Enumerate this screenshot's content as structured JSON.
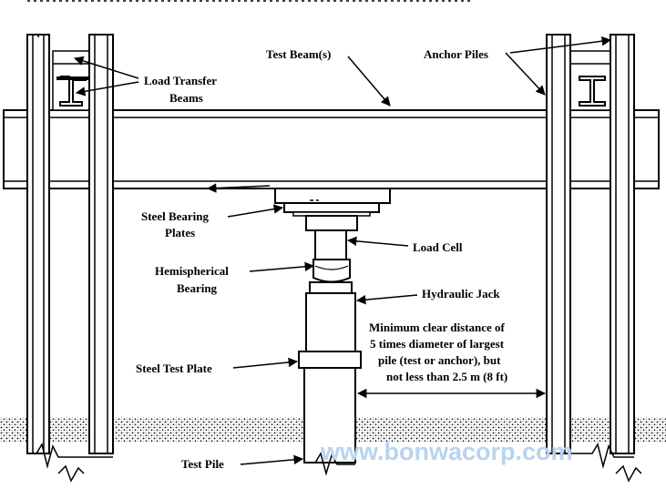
{
  "labels": {
    "test_beams": "Test Beam(s)",
    "anchor_piles": "Anchor Piles",
    "load_transfer_line1": "Load Transfer",
    "load_transfer_line2": "Beams",
    "steel_bearing_line1": "Steel Bearing",
    "steel_bearing_line2": "Plates",
    "load_cell": "Load Cell",
    "hemispherical_line1": "Hemispherical",
    "hemispherical_line2": "Bearing",
    "hydraulic_jack": "Hydraulic Jack",
    "clear_distance_line1": "Minimum clear distance of",
    "clear_distance_line2": "5 times diameter of largest",
    "clear_distance_line3": "pile (test or anchor), but",
    "clear_distance_line4": "not less than 2.5 m (8 ft)",
    "steel_test_plate": "Steel Test Plate",
    "test_pile": "Test Pile"
  },
  "watermark": "www.bonwacorp.com",
  "colors": {
    "ink": "#000000",
    "watermark": "#b9d3ef",
    "ground_hatch": "#000000"
  }
}
